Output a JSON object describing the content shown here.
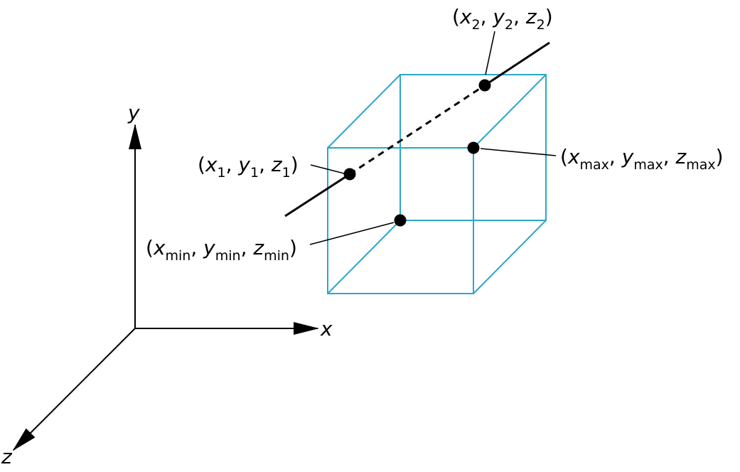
{
  "axes": {
    "x_label": "x",
    "y_label": "y",
    "z_label": "z"
  },
  "points": {
    "p1": {
      "open": "(",
      "v1": "x",
      "s1": "1",
      "c1": ", ",
      "v2": "y",
      "s2": "1",
      "c2": ", ",
      "v3": "z",
      "s3": "1",
      "close": ")"
    },
    "p2": {
      "open": "(",
      "v1": "x",
      "s1": "2",
      "c1": ", ",
      "v2": "y",
      "s2": "2",
      "c2": ", ",
      "v3": "z",
      "s3": "2",
      "close": ")"
    },
    "pmin": {
      "open": "(",
      "v1": "x",
      "s1": "min",
      "c1": ", ",
      "v2": "y",
      "s2": "min",
      "c2": ", ",
      "v3": "z",
      "s3": "min",
      "close": ")"
    },
    "pmax": {
      "open": "(",
      "v1": "x",
      "s1": "max",
      "c1": ", ",
      "v2": "y",
      "s2": "max",
      "c2": ", ",
      "v3": "z",
      "s3": "max",
      "close": ")"
    }
  },
  "colors": {
    "box": "#2aa7c9",
    "ink": "#000000"
  }
}
